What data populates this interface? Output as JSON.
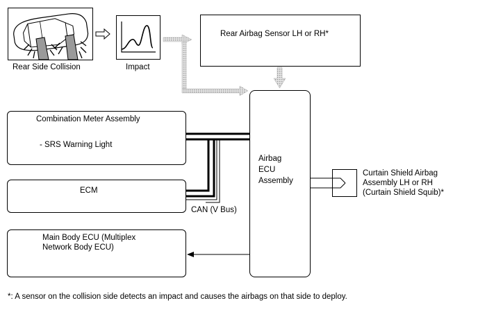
{
  "collision_label": "Rear Side Collision",
  "impact_label": "Impact",
  "rear_sensor_label": "Rear Airbag Sensor LH or RH*",
  "combination_meter": {
    "title": "Combination Meter Assembly",
    "item": "- SRS Warning Light"
  },
  "ecm_label": "ECM",
  "can_label": "CAN (V Bus)",
  "main_body_ecu_label": "Main Body ECU (Multiplex\nNetwork Body ECU)",
  "airbag_ecu_label": "Airbag\nECU\nAssembly",
  "curtain_label": "Curtain Shield Airbag\nAssembly LH or RH\n(Curtain Shield Squib)*",
  "footnote": "*: A sensor on the collision side detects an impact and causes the airbags on that side to deploy.",
  "colors": {
    "line": "#000000",
    "signal_arrow": "#bdbdbd"
  },
  "icons": [
    "car-collision-icon",
    "impact-graph-icon",
    "right-arrow-icon"
  ]
}
